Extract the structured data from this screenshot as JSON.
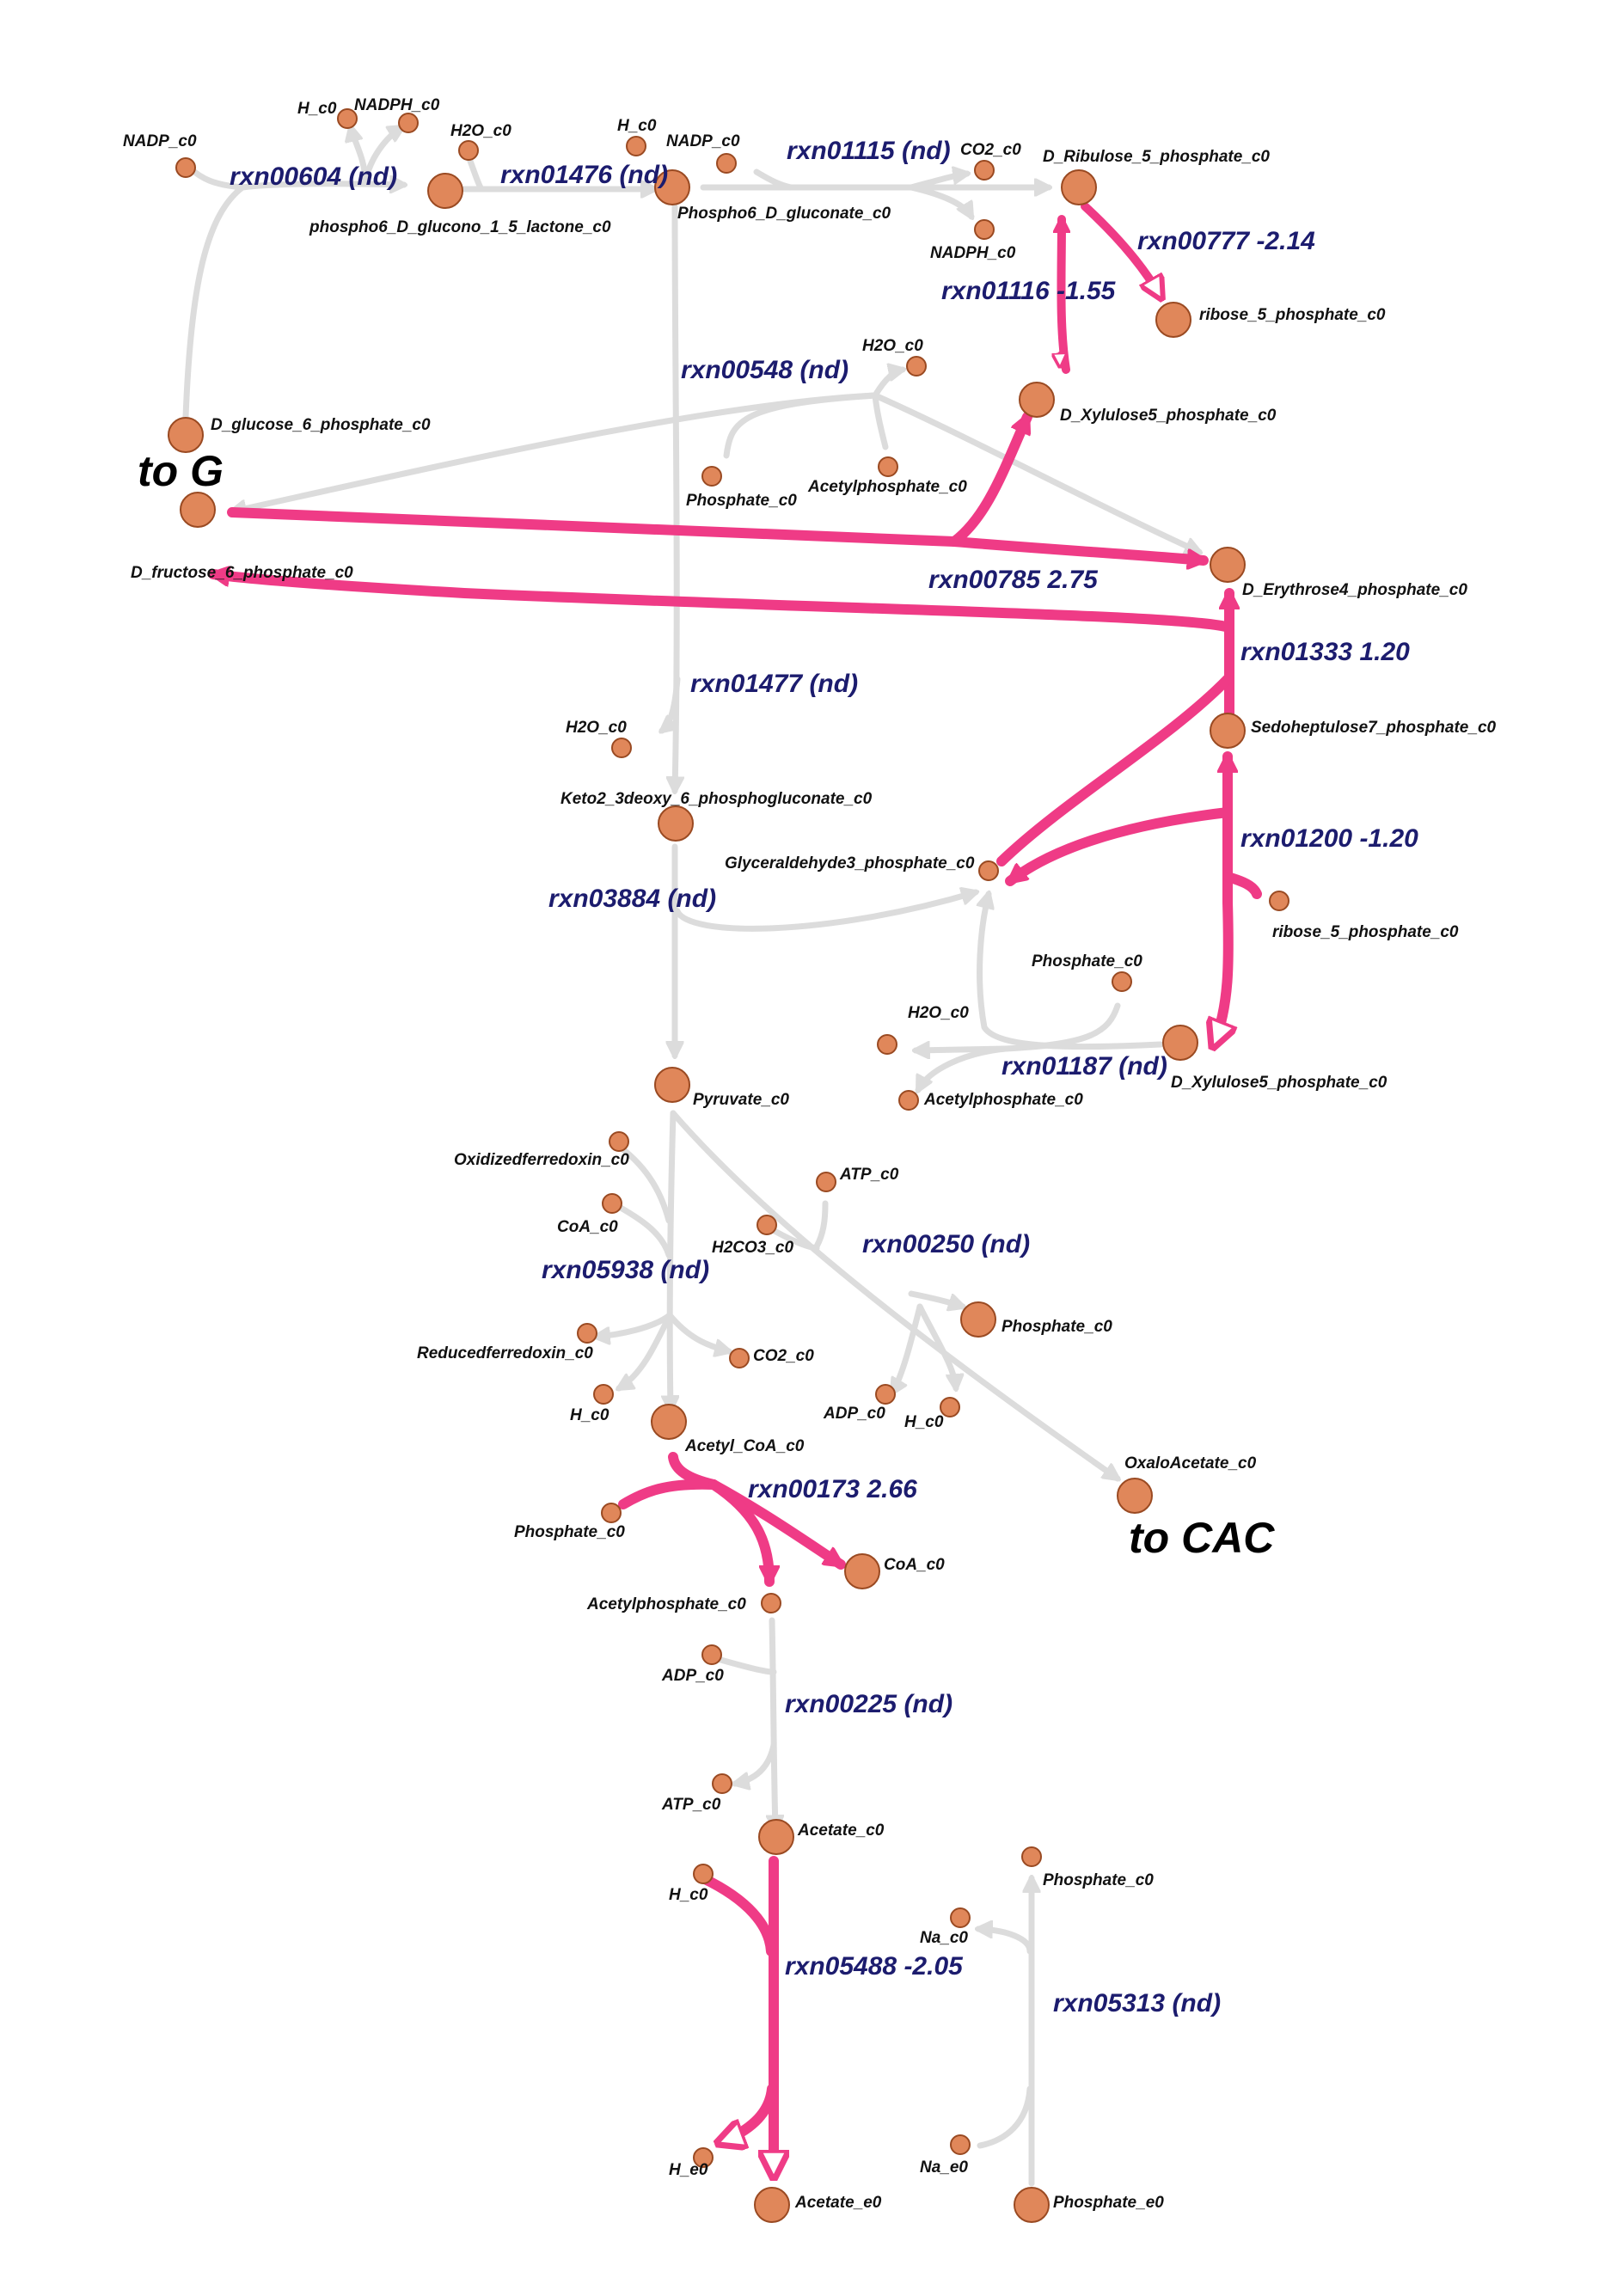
{
  "diagram": {
    "colors": {
      "active_edge": "#ef3b86",
      "inactive_edge": "#dcdcdc",
      "node_fill": "#e0875a",
      "node_stroke": "#9a4a22",
      "reaction_label": "#1c1c6e"
    },
    "big_labels": {
      "to_g": "to G",
      "to_cac": "to CAC"
    },
    "metabolites": {
      "nadp_1": "NADP_c0",
      "h_1": "H_c0",
      "nadph_1": "NADPH_c0",
      "h2o_1": "H2O_c0",
      "pgl": "phospho6_D_glucono_1_5_lactone_c0",
      "h_2": "H_c0",
      "nadp_2": "NADP_c0",
      "p6g": "Phospho6_D_gluconate_c0",
      "co2_1": "CO2_c0",
      "nadph_2": "NADPH_c0",
      "ru5p": "D_Ribulose_5_phosphate_c0",
      "r5p_1": "ribose_5_phosphate_c0",
      "h2o_2": "H2O_c0",
      "x5p_1": "D_Xylulose5_phosphate_c0",
      "g6p": "D_glucose_6_phosphate_c0",
      "pi_1": "Phosphate_c0",
      "acp_1": "Acetylphosphate_c0",
      "f6p": "D_fructose_6_phosphate_c0",
      "e4p": "D_Erythrose4_phosphate_c0",
      "s7p": "Sedoheptulose7_phosphate_c0",
      "h2o_3": "H2O_c0",
      "kdpg": "Keto2_3deoxy_6_phosphogluconate_c0",
      "g3p": "Glyceraldehyde3_phosphate_c0",
      "r5p_2": "ribose_5_phosphate_c0",
      "pi_2": "Phosphate_c0",
      "h2o_4": "H2O_c0",
      "x5p_2": "D_Xylulose5_phosphate_c0",
      "acp_2": "Acetylphosphate_c0",
      "pyr": "Pyruvate_c0",
      "fdox": "Oxidizedferredoxin_c0",
      "coa_1": "CoA_c0",
      "atp_1": "ATP_c0",
      "h2co3": "H2CO3_c0",
      "pi_3": "Phosphate_c0",
      "fdred": "Reducedferredoxin_c0",
      "co2_2": "CO2_c0",
      "h_3": "H_c0",
      "adp_1": "ADP_c0",
      "h_4": "H_c0",
      "accoa": "Acetyl_CoA_c0",
      "oaa": "OxaloAcetate_c0",
      "pi_4": "Phosphate_c0",
      "coa_2": "CoA_c0",
      "acp_3": "Acetylphosphate_c0",
      "adp_2": "ADP_c0",
      "atp_2": "ATP_c0",
      "ac": "Acetate_c0",
      "h_5": "H_c0",
      "pi_5": "Phosphate_c0",
      "na_c": "Na_c0",
      "h_e": "H_e0",
      "na_e": "Na_e0",
      "ac_e": "Acetate_e0",
      "pi_e": "Phosphate_e0"
    },
    "reactions": {
      "rxn00604": "rxn00604 (nd)",
      "rxn01476": "rxn01476 (nd)",
      "rxn01115": "rxn01115 (nd)",
      "rxn00777": "rxn00777 -2.14",
      "rxn01116": "rxn01116 -1.55",
      "rxn00548": "rxn00548 (nd)",
      "rxn00785": "rxn00785 2.75",
      "rxn01333": "rxn01333 1.20",
      "rxn01477": "rxn01477 (nd)",
      "rxn01200": "rxn01200 -1.20",
      "rxn03884": "rxn03884 (nd)",
      "rxn01187": "rxn01187 (nd)",
      "rxn00250": "rxn00250 (nd)",
      "rxn05938": "rxn05938 (nd)",
      "rxn00173": "rxn00173 2.66",
      "rxn00225": "rxn00225 (nd)",
      "rxn05488": "rxn05488 -2.05",
      "rxn05313": "rxn05313 (nd)"
    }
  }
}
